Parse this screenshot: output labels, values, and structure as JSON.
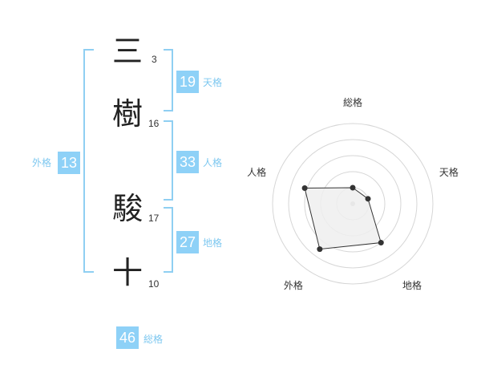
{
  "name": {
    "chars": [
      {
        "char": "三",
        "strokes": "3"
      },
      {
        "char": "樹",
        "strokes": "16"
      },
      {
        "char": "駿",
        "strokes": "17"
      },
      {
        "char": "十",
        "strokes": "10"
      }
    ]
  },
  "fortune": {
    "tenkaku": {
      "value": "19",
      "label": "天格"
    },
    "jinkaku": {
      "value": "33",
      "label": "人格"
    },
    "chikaku": {
      "value": "27",
      "label": "地格"
    },
    "gaikaku": {
      "value": "13",
      "label": "外格"
    },
    "soukaku": {
      "value": "46",
      "label": "総格"
    }
  },
  "colors": {
    "accent": "#8ed1f7",
    "bracket": "#8fcff2",
    "label": "#7ec8f0"
  },
  "chart_data": {
    "type": "radar",
    "axes": [
      "総格",
      "天格",
      "地格",
      "外格",
      "人格"
    ],
    "values": [
      0.2,
      0.2,
      0.6,
      0.7,
      0.63
    ],
    "rings": 5,
    "range": [
      0,
      1
    ],
    "fill": "#eeeeee",
    "stroke": "#333333"
  }
}
